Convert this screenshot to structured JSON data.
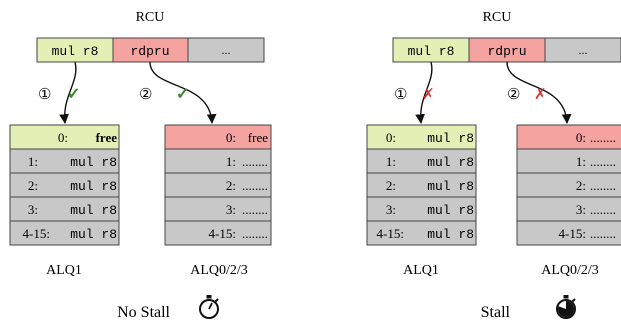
{
  "panels": [
    {
      "rcu_title": "RCU",
      "rcu_cells": [
        "mul r8",
        "rdpru",
        "..."
      ],
      "arrow_labels": [
        "①",
        "②"
      ],
      "arrow_marks": [
        "✓",
        "✓"
      ],
      "alq1": {
        "name": "ALQ1",
        "rows": [
          {
            "index": "0:",
            "value": "free"
          },
          {
            "index": "1:",
            "value": "mul r8"
          },
          {
            "index": "2:",
            "value": "mul r8"
          },
          {
            "index": "3:",
            "value": "mul r8"
          },
          {
            "index": "4-15:",
            "value": "mul r8"
          }
        ]
      },
      "alq023": {
        "name": "ALQ0/2/3",
        "rows": [
          {
            "index": "0:",
            "value": "free"
          },
          {
            "index": "1:",
            "value": "........"
          },
          {
            "index": "2:",
            "value": "........"
          },
          {
            "index": "3:",
            "value": "........"
          },
          {
            "index": "4-15:",
            "value": "........"
          }
        ]
      },
      "status_label": "No Stall",
      "status_icon": "stopwatch-icon"
    },
    {
      "rcu_title": "RCU",
      "rcu_cells": [
        "mul r8",
        "rdpru",
        "..."
      ],
      "arrow_labels": [
        "①",
        "②"
      ],
      "arrow_marks": [
        "✗",
        "✗"
      ],
      "alq1": {
        "name": "ALQ1",
        "rows": [
          {
            "index": "0:",
            "value": "mul r8"
          },
          {
            "index": "1:",
            "value": "mul r8"
          },
          {
            "index": "2:",
            "value": "mul r8"
          },
          {
            "index": "3:",
            "value": "mul r8"
          },
          {
            "index": "4-15:",
            "value": "mul r8"
          }
        ]
      },
      "alq023": {
        "name": "ALQ0/2/3",
        "rows": [
          {
            "index": "0:",
            "value": "........"
          },
          {
            "index": "1:",
            "value": "........"
          },
          {
            "index": "2:",
            "value": "........"
          },
          {
            "index": "3:",
            "value": "........"
          },
          {
            "index": "4-15:",
            "value": "........"
          }
        ]
      },
      "status_label": "Stall",
      "status_icon": "stopwatch-filled-icon"
    }
  ],
  "colors": {
    "mul_green": "#e3f0b5",
    "rdpru_red": "#f4a3a1",
    "rcu_gray": "#c8c8c8",
    "row_gray": "#c8c8c8",
    "check_green": "#3a8a2a",
    "cross_red": "#d9342b",
    "border": "#444444"
  }
}
